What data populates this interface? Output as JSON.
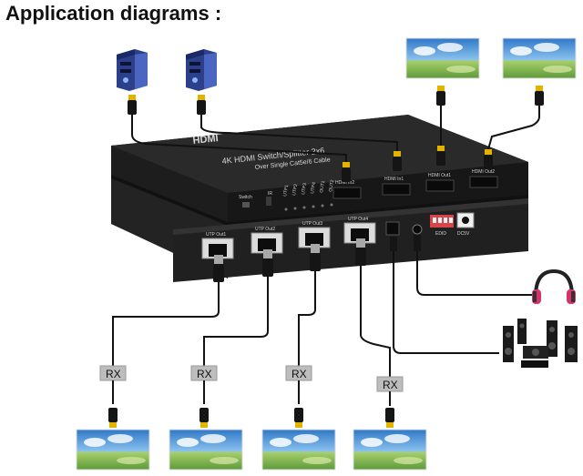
{
  "title": "Application diagrams :",
  "device": {
    "brand": "HDMI",
    "model_line1": "4K HDMI Switch/Splitter 2x6",
    "model_line2": "Over Single Cat5e/6 Cable",
    "switch_label": "Switch",
    "ir_label": "IR",
    "hdmi_in_labels": [
      "HDMI In2",
      "HDMI In1"
    ],
    "hdmi_out_labels": [
      "HDMI Out1",
      "HDMI Out2"
    ],
    "led_labels": [
      "UTP1",
      "UTP2",
      "UTP3",
      "UTP4",
      "OUT1",
      "OUT2"
    ],
    "utp_out_labels": [
      "UTP Out1",
      "UTP Out2",
      "UTP Out3",
      "UTP Out4"
    ],
    "edid_label": "EDID",
    "power_label": "DC5V"
  },
  "receivers": [
    "RX",
    "RX",
    "RX",
    "RX"
  ],
  "colors": {
    "device_body": "#262626",
    "device_top": "#1c1c1c",
    "cable": "#111111",
    "rx_box": "#bdbdbd",
    "screen_sky": "#3f8fd6",
    "screen_ground": "#6fa84a",
    "dip_switch": "#d9434a",
    "headphones_accent": "#d6336c"
  },
  "icons": {
    "sources": "tower-pc-icon",
    "displays": "monitor-screen-icon",
    "headphones": "headphones-icon",
    "speakers": "surround-speaker-icon"
  }
}
